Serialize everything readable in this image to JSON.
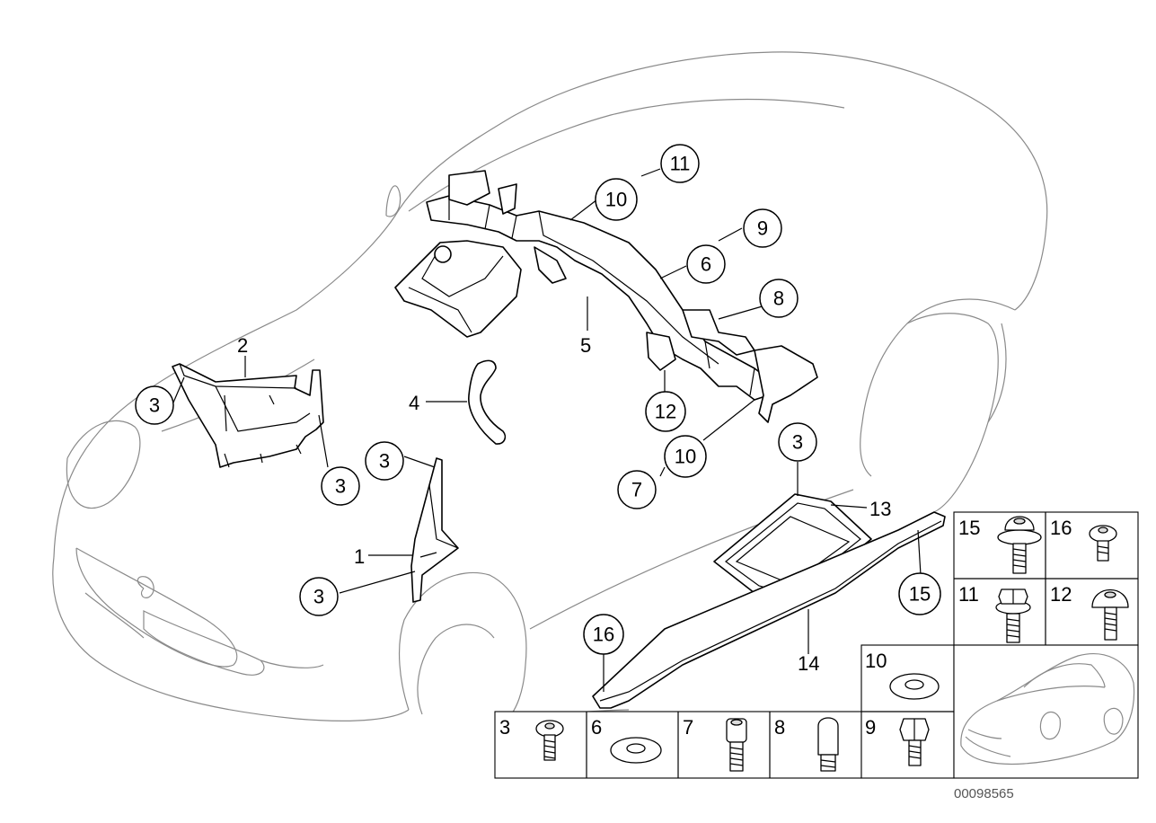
{
  "callouts": {
    "c1": "1",
    "c2": "2",
    "c3a": "3",
    "c3b": "3",
    "c3c": "3",
    "c3d": "3",
    "c3e": "3",
    "c4": "4",
    "c5": "5",
    "c6": "6",
    "c7": "7",
    "c8": "8",
    "c9": "9",
    "c10a": "10",
    "c10b": "10",
    "c11": "11",
    "c12": "12",
    "c13": "13",
    "c14": "14",
    "c15": "15",
    "c16": "16"
  },
  "legend": {
    "bottom": [
      {
        "label": "3",
        "icon": "torx-screw-icon"
      },
      {
        "label": "6",
        "icon": "washer-icon"
      },
      {
        "label": "7",
        "icon": "socket-bolt-icon"
      },
      {
        "label": "8",
        "icon": "threaded-bolt-icon"
      }
    ],
    "middle": [
      {
        "label": "10",
        "icon": "washer-icon"
      },
      {
        "label": "9",
        "icon": "hex-bolt-icon"
      }
    ],
    "right": [
      {
        "label": "15",
        "icon": "flange-torx-bolt-icon"
      },
      {
        "label": "16",
        "icon": "torx-screw-icon"
      },
      {
        "label": "11",
        "icon": "hex-flange-bolt-icon"
      },
      {
        "label": "12",
        "icon": "torx-bolt-icon"
      }
    ]
  },
  "ref_number": "00098565"
}
